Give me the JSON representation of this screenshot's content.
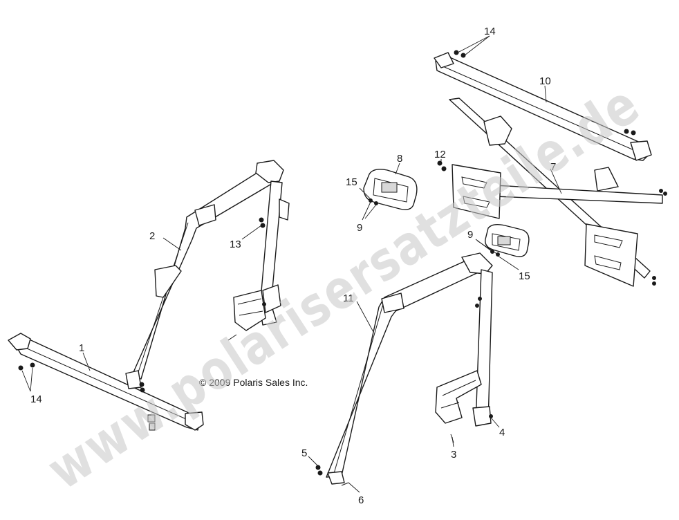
{
  "diagram": {
    "copyright": "© 2009 Polaris Sales Inc.",
    "watermark": "www.polarisersatzteile.de",
    "callouts": {
      "c1": "1",
      "c2": "2",
      "c3": "3",
      "c4": "4",
      "c5": "5",
      "c6": "6",
      "c7": "7",
      "c8": "8",
      "c9a": "9",
      "c9b": "9",
      "c10": "10",
      "c11": "11",
      "c12": "12",
      "c13": "13",
      "c14a": "14",
      "c14b": "14",
      "c15a": "15",
      "c15b": "15"
    }
  }
}
